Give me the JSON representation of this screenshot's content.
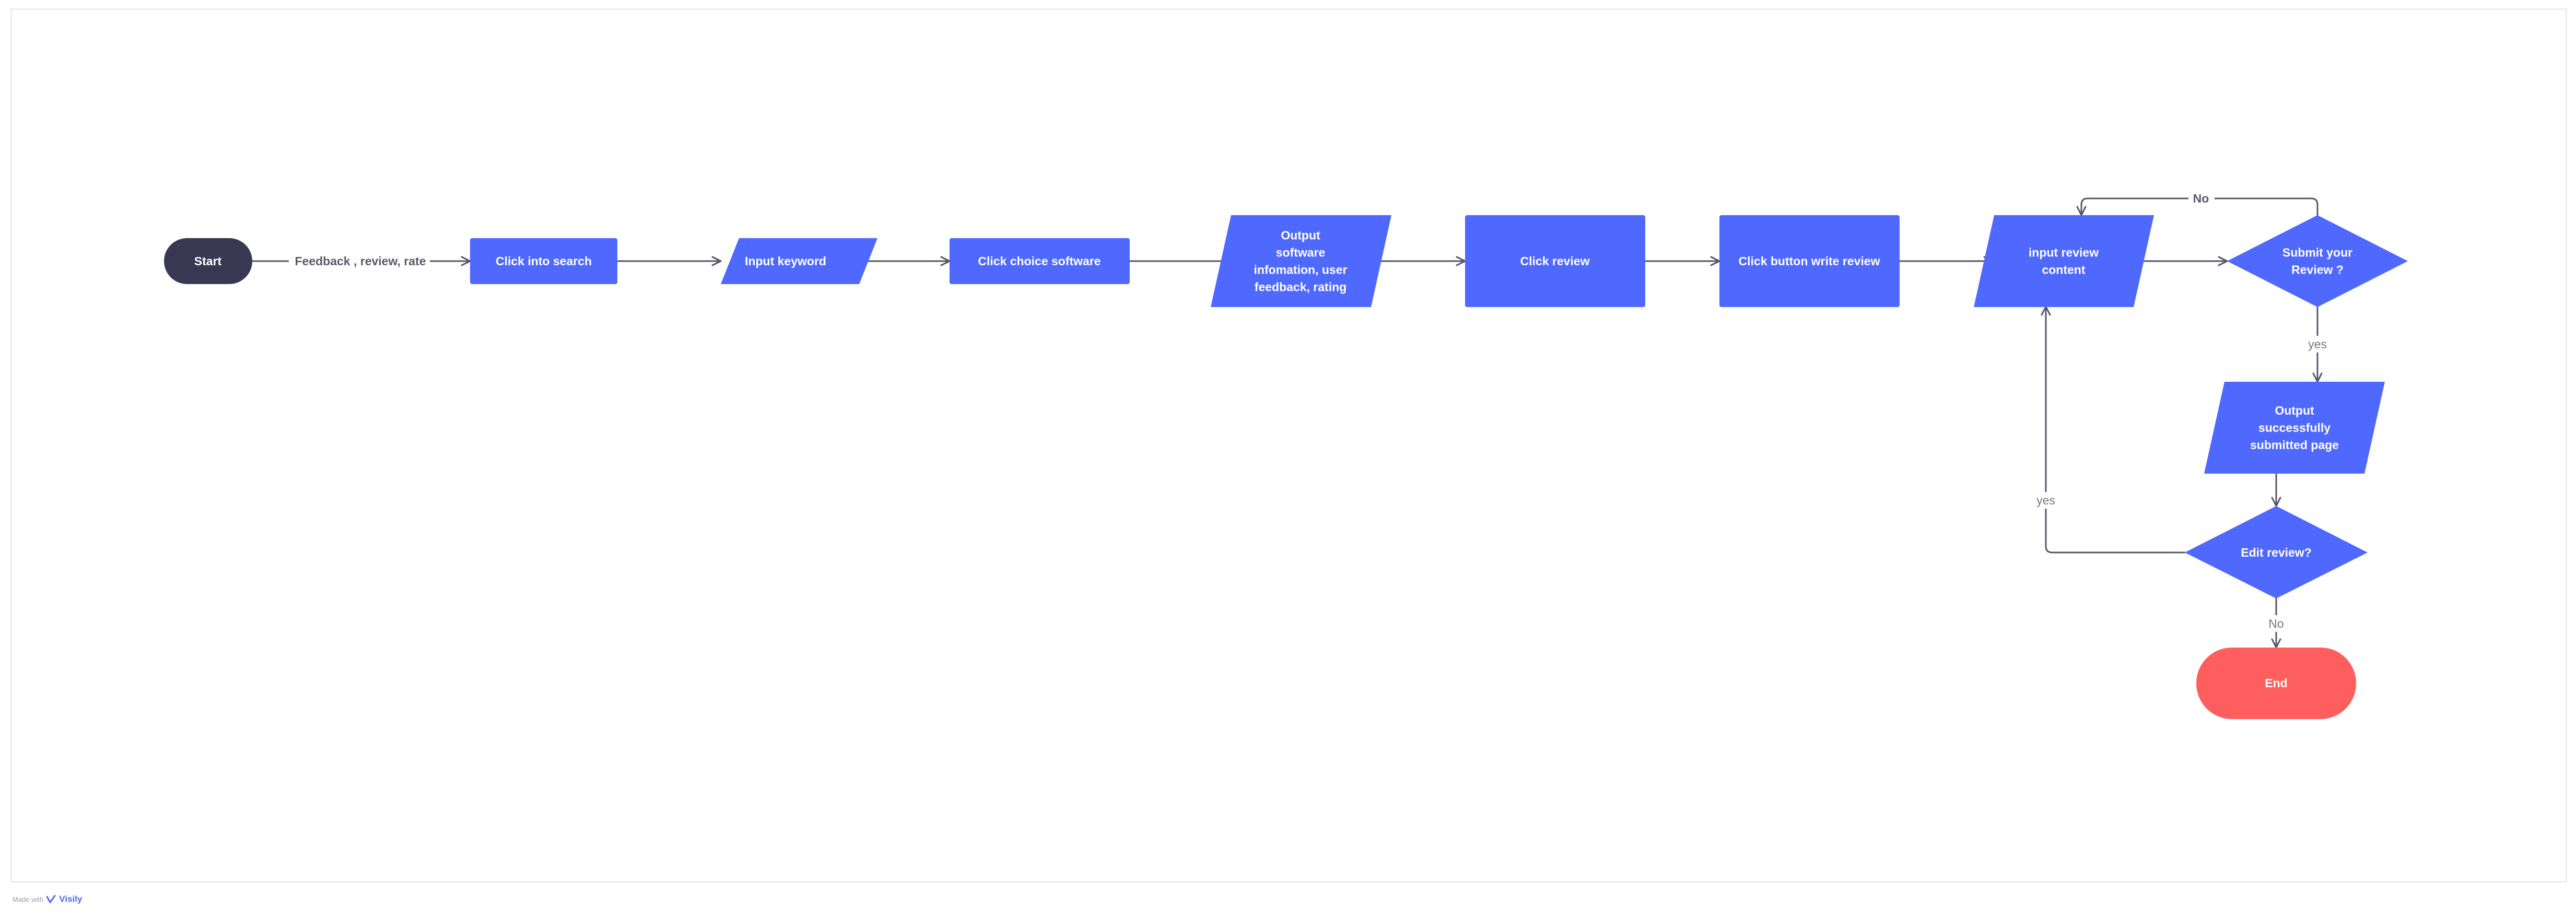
{
  "colors": {
    "process": "#4f68fe",
    "start": "#3a3753",
    "end": "#ff5e5e",
    "edge": "#55556a"
  },
  "nodes": {
    "start": [
      "Start"
    ],
    "search": [
      "Click into search"
    ],
    "keyword": [
      "Input keyword"
    ],
    "choice": [
      "Click choice software"
    ],
    "output_info": [
      "Output",
      "software",
      "infomation, user",
      "feedback, rating"
    ],
    "review": [
      "Click review"
    ],
    "write_review": [
      "Click button write review"
    ],
    "input_content": [
      "input review",
      "content"
    ],
    "submit": [
      "Submit your",
      "Review ?"
    ],
    "output_success": [
      "Output",
      "successfully",
      "submitted page"
    ],
    "edit": [
      "Edit review?"
    ],
    "end": [
      "End"
    ]
  },
  "edge_labels": {
    "start_search": "Feedback , review, rate",
    "submit_no": "No",
    "submit_yes": "yes",
    "edit_yes": "yes",
    "edit_no": "No"
  },
  "watermark": {
    "prefix": "Made with",
    "brand": "Visily"
  }
}
